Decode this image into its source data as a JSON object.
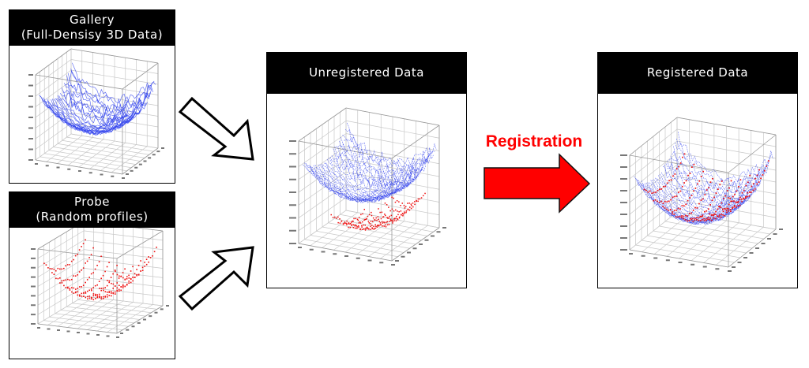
{
  "panels": {
    "gallery": {
      "line1": "Gallery",
      "line2": "(Full-Densisy 3D Data)"
    },
    "probe": {
      "line1": "Probe",
      "line2": "(Random profiles)"
    },
    "unregistered": {
      "title": "Unregistered Data"
    },
    "registered": {
      "title": "Registered Data"
    }
  },
  "arrow_label": "Registration",
  "colors": {
    "gallery_points": "#3344ee",
    "probe_points": "#ee1111",
    "registration_arrow": "#ff0000"
  }
}
